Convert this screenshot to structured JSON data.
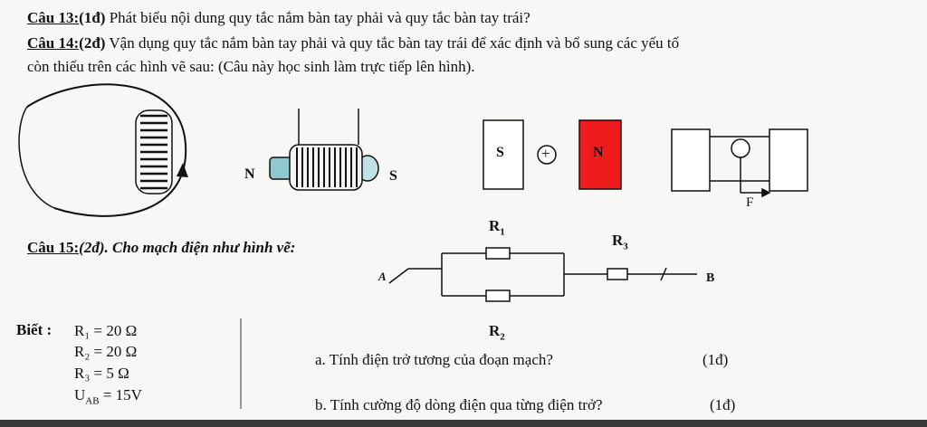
{
  "question13": {
    "number": "Câu 13:",
    "points": "(1đ)",
    "text": "Phát biểu nội dung quy tắc nắm bàn tay phải và quy tắc bàn tay trái?"
  },
  "question14": {
    "number": "Câu 14:",
    "points": "(2đ)",
    "line1": "Vận dụng quy tắc nắm bàn tay phải và quy tắc bàn tay trái để xác định và bổ sung các yếu tố",
    "line2": "còn thiếu trên các hình vẽ sau: (Câu này học sinh làm trực tiếp lên hình)."
  },
  "figures": {
    "solenoid_n": "N",
    "solenoid_s": "S",
    "magnet_s": "S",
    "magnet_n": "N",
    "plus": "+",
    "force": "F",
    "colors": {
      "north_pole": "#ee1c1c",
      "ink": "#111111"
    }
  },
  "question15": {
    "number": "Câu 15:",
    "points": "(2đ).",
    "text": "Cho mạch điện như hình vẽ:"
  },
  "circuit": {
    "r1": "R",
    "r1_sub": "1",
    "r2": "R",
    "r2_sub": "2",
    "r3": "R",
    "r3_sub": "3",
    "node_a": "A",
    "node_b": "B"
  },
  "given": {
    "label": "Biết :",
    "r1": "R₁ = 20 Ω",
    "r2": "R₂ = 20 Ω",
    "r3": "R₃ = 5 Ω",
    "uab": "U",
    "uab_sub": "AB",
    "uab_value": " = 15V"
  },
  "tasks": [
    {
      "text": "a.  Tính điện trở tương của đoạn mạch?",
      "points": "(1đ)"
    },
    {
      "text": "b.  Tính cường độ dòng điện qua từng điện trở?",
      "points": "(1đ)"
    }
  ]
}
